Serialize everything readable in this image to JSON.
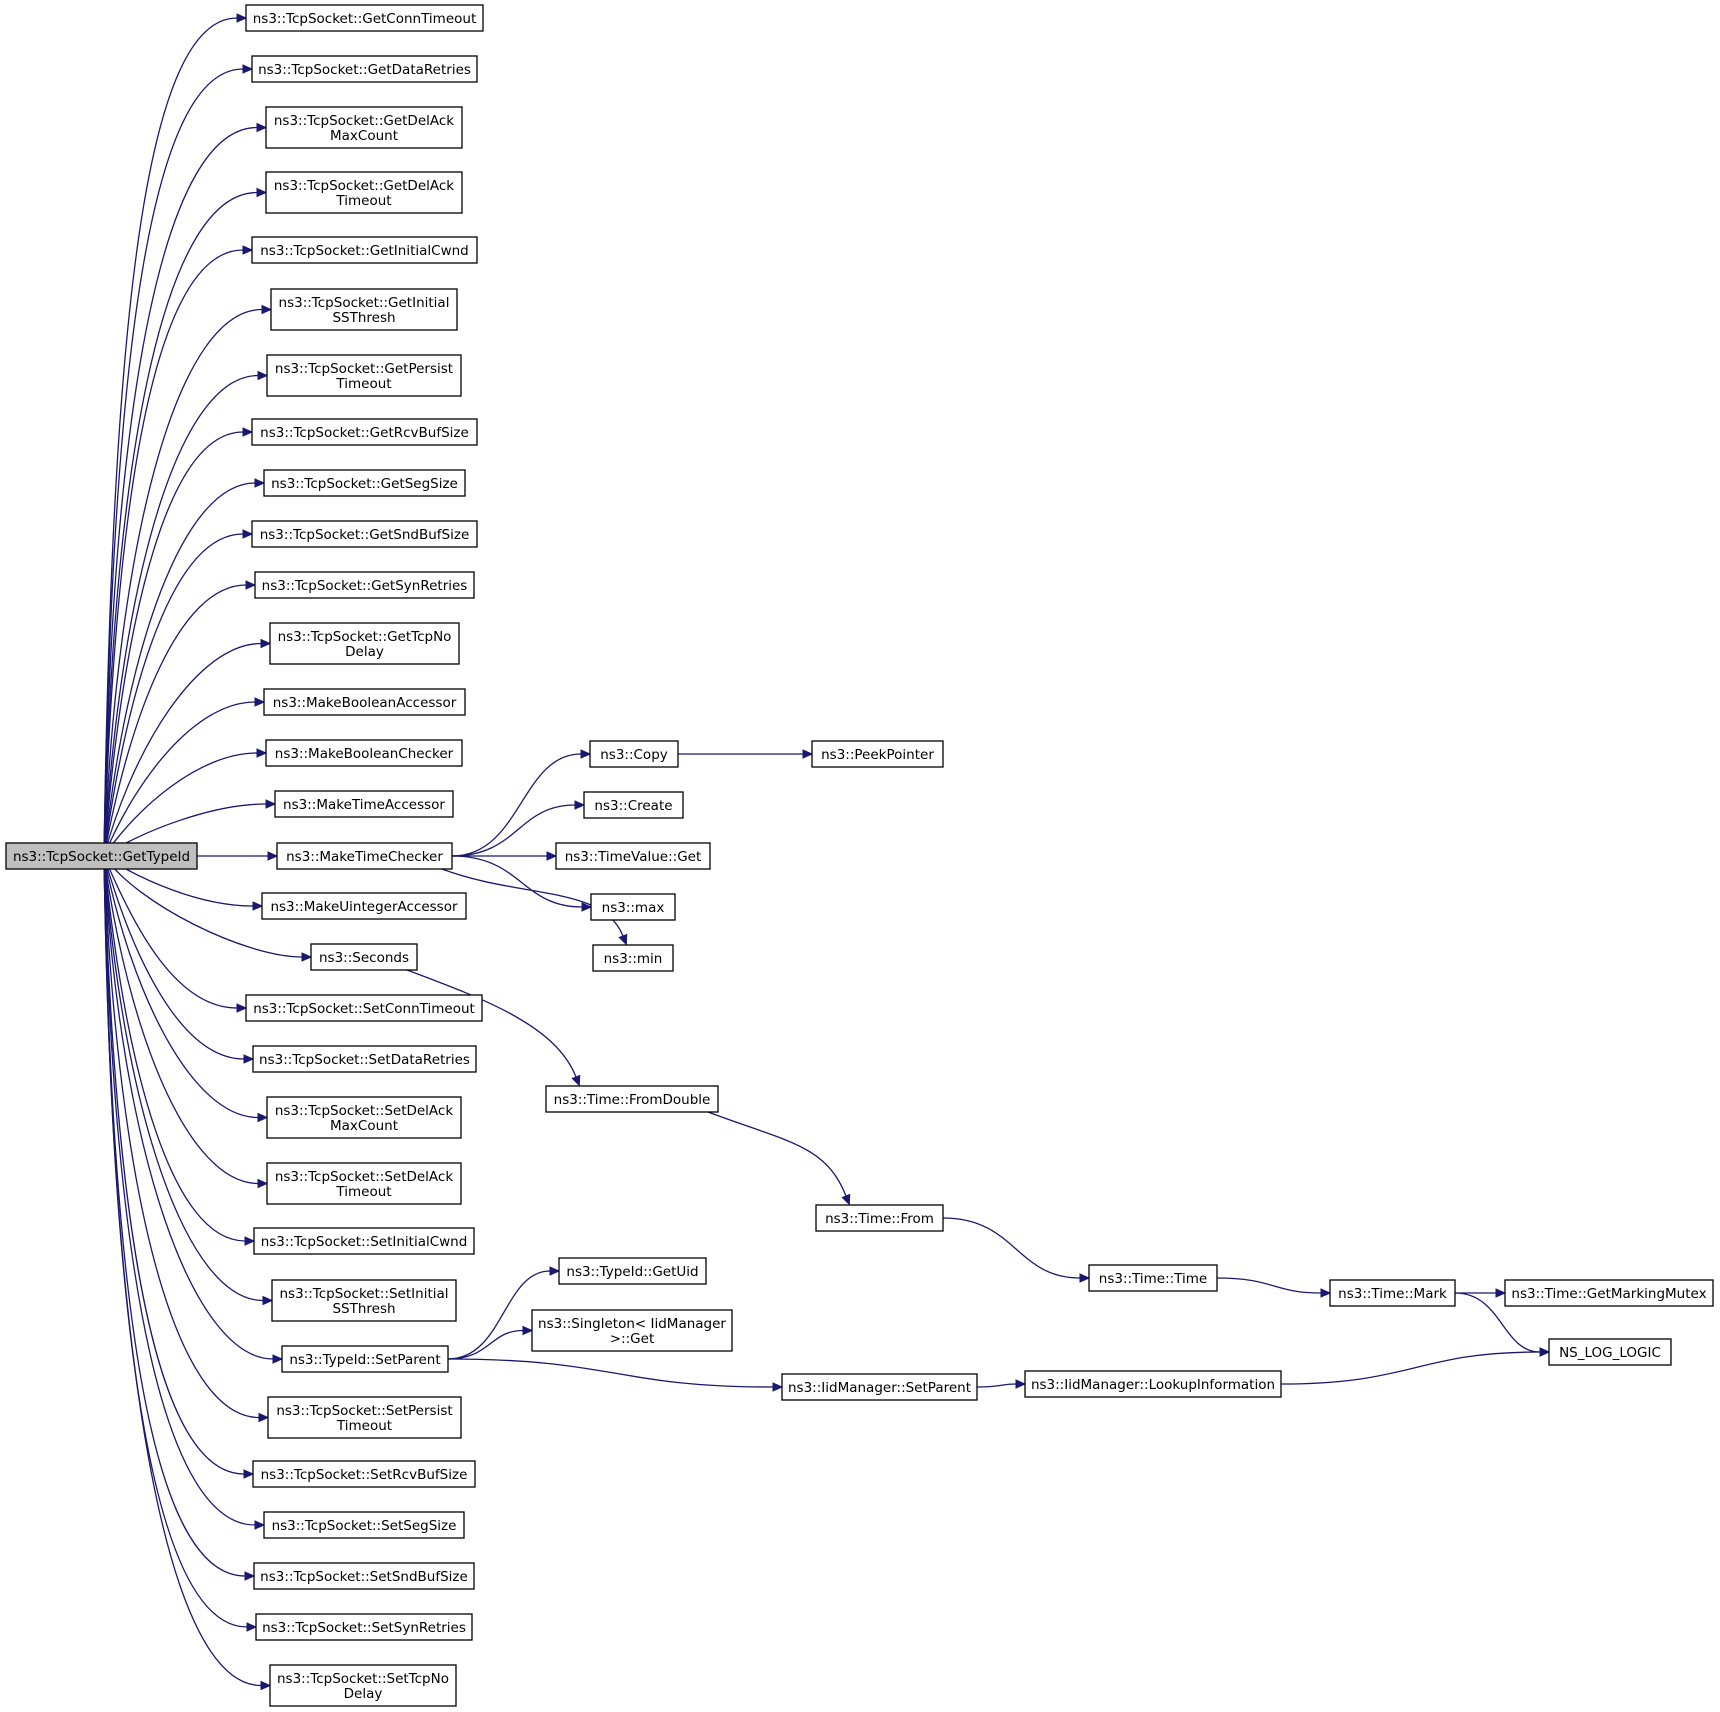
{
  "graph": {
    "edge_color": "#191970",
    "root_fill": "#bfbfbf",
    "nodes": [
      {
        "id": "root",
        "label": [
          "ns3::TcpSocket::GetTypeId"
        ],
        "root": true
      },
      {
        "id": "n1",
        "label": [
          "ns3::TcpSocket::GetConnTimeout"
        ]
      },
      {
        "id": "n2",
        "label": [
          "ns3::TcpSocket::GetDataRetries"
        ]
      },
      {
        "id": "n3",
        "label": [
          "ns3::TcpSocket::GetDelAck",
          "MaxCount"
        ]
      },
      {
        "id": "n4",
        "label": [
          "ns3::TcpSocket::GetDelAck",
          "Timeout"
        ]
      },
      {
        "id": "n5",
        "label": [
          "ns3::TcpSocket::GetInitialCwnd"
        ]
      },
      {
        "id": "n6",
        "label": [
          "ns3::TcpSocket::GetInitial",
          "SSThresh"
        ]
      },
      {
        "id": "n7",
        "label": [
          "ns3::TcpSocket::GetPersist",
          "Timeout"
        ]
      },
      {
        "id": "n8",
        "label": [
          "ns3::TcpSocket::GetRcvBufSize"
        ]
      },
      {
        "id": "n9",
        "label": [
          "ns3::TcpSocket::GetSegSize"
        ]
      },
      {
        "id": "n10",
        "label": [
          "ns3::TcpSocket::GetSndBufSize"
        ]
      },
      {
        "id": "n11",
        "label": [
          "ns3::TcpSocket::GetSynRetries"
        ]
      },
      {
        "id": "n12",
        "label": [
          "ns3::TcpSocket::GetTcpNo",
          "Delay"
        ]
      },
      {
        "id": "n13",
        "label": [
          "ns3::MakeBooleanAccessor"
        ]
      },
      {
        "id": "n14",
        "label": [
          "ns3::MakeBooleanChecker"
        ]
      },
      {
        "id": "n15",
        "label": [
          "ns3::MakeTimeAccessor"
        ]
      },
      {
        "id": "n16",
        "label": [
          "ns3::MakeTimeChecker"
        ]
      },
      {
        "id": "n17",
        "label": [
          "ns3::MakeUintegerAccessor"
        ]
      },
      {
        "id": "n18",
        "label": [
          "ns3::Seconds"
        ]
      },
      {
        "id": "n19",
        "label": [
          "ns3::TcpSocket::SetConnTimeout"
        ]
      },
      {
        "id": "n20",
        "label": [
          "ns3::TcpSocket::SetDataRetries"
        ]
      },
      {
        "id": "n21",
        "label": [
          "ns3::TcpSocket::SetDelAck",
          "MaxCount"
        ]
      },
      {
        "id": "n22",
        "label": [
          "ns3::TcpSocket::SetDelAck",
          "Timeout"
        ]
      },
      {
        "id": "n23",
        "label": [
          "ns3::TcpSocket::SetInitialCwnd"
        ]
      },
      {
        "id": "n24",
        "label": [
          "ns3::TcpSocket::SetInitial",
          "SSThresh"
        ]
      },
      {
        "id": "n25",
        "label": [
          "ns3::TypeId::SetParent"
        ]
      },
      {
        "id": "n26",
        "label": [
          "ns3::TcpSocket::SetPersist",
          "Timeout"
        ]
      },
      {
        "id": "n27",
        "label": [
          "ns3::TcpSocket::SetRcvBufSize"
        ]
      },
      {
        "id": "n28",
        "label": [
          "ns3::TcpSocket::SetSegSize"
        ]
      },
      {
        "id": "n29",
        "label": [
          "ns3::TcpSocket::SetSndBufSize"
        ]
      },
      {
        "id": "n30",
        "label": [
          "ns3::TcpSocket::SetSynRetries"
        ]
      },
      {
        "id": "n31",
        "label": [
          "ns3::TcpSocket::SetTcpNo",
          "Delay"
        ]
      },
      {
        "id": "c1",
        "label": [
          "ns3::Copy"
        ]
      },
      {
        "id": "c2",
        "label": [
          "ns3::PeekPointer"
        ]
      },
      {
        "id": "c3",
        "label": [
          "ns3::Create"
        ]
      },
      {
        "id": "c4",
        "label": [
          "ns3::TimeValue::Get"
        ]
      },
      {
        "id": "c5",
        "label": [
          "ns3::max"
        ]
      },
      {
        "id": "c6",
        "label": [
          "ns3::min"
        ]
      },
      {
        "id": "t1",
        "label": [
          "ns3::Time::FromDouble"
        ]
      },
      {
        "id": "t2",
        "label": [
          "ns3::Time::From"
        ]
      },
      {
        "id": "t3",
        "label": [
          "ns3::Time::Time"
        ]
      },
      {
        "id": "t4",
        "label": [
          "ns3::Time::Mark"
        ]
      },
      {
        "id": "t5",
        "label": [
          "ns3::Time::GetMarkingMutex"
        ]
      },
      {
        "id": "t6",
        "label": [
          "NS_LOG_LOGIC"
        ]
      },
      {
        "id": "p1",
        "label": [
          "ns3::TypeId::GetUid"
        ]
      },
      {
        "id": "p2",
        "label": [
          "ns3::Singleton< IidManager",
          ">::Get"
        ]
      },
      {
        "id": "p3",
        "label": [
          "ns3::IidManager::SetParent"
        ]
      },
      {
        "id": "p4",
        "label": [
          "ns3::IidManager::LookupInformation"
        ]
      }
    ],
    "edges": [
      [
        "root",
        "n1"
      ],
      [
        "root",
        "n2"
      ],
      [
        "root",
        "n3"
      ],
      [
        "root",
        "n4"
      ],
      [
        "root",
        "n5"
      ],
      [
        "root",
        "n6"
      ],
      [
        "root",
        "n7"
      ],
      [
        "root",
        "n8"
      ],
      [
        "root",
        "n9"
      ],
      [
        "root",
        "n10"
      ],
      [
        "root",
        "n11"
      ],
      [
        "root",
        "n12"
      ],
      [
        "root",
        "n13"
      ],
      [
        "root",
        "n14"
      ],
      [
        "root",
        "n15"
      ],
      [
        "root",
        "n16"
      ],
      [
        "root",
        "n17"
      ],
      [
        "root",
        "n18"
      ],
      [
        "root",
        "n19"
      ],
      [
        "root",
        "n20"
      ],
      [
        "root",
        "n21"
      ],
      [
        "root",
        "n22"
      ],
      [
        "root",
        "n23"
      ],
      [
        "root",
        "n24"
      ],
      [
        "root",
        "n25"
      ],
      [
        "root",
        "n26"
      ],
      [
        "root",
        "n27"
      ],
      [
        "root",
        "n28"
      ],
      [
        "root",
        "n29"
      ],
      [
        "root",
        "n30"
      ],
      [
        "root",
        "n31"
      ],
      [
        "n16",
        "c1"
      ],
      [
        "c1",
        "c2"
      ],
      [
        "n16",
        "c3"
      ],
      [
        "n16",
        "c4"
      ],
      [
        "n16",
        "c5"
      ],
      [
        "n16",
        "c6"
      ],
      [
        "n18",
        "t1"
      ],
      [
        "t1",
        "t2"
      ],
      [
        "t2",
        "t3"
      ],
      [
        "t3",
        "t4"
      ],
      [
        "t4",
        "t5"
      ],
      [
        "t4",
        "t6"
      ],
      [
        "n25",
        "p1"
      ],
      [
        "n25",
        "p2"
      ],
      [
        "n25",
        "p3"
      ],
      [
        "p3",
        "p4"
      ],
      [
        "p4",
        "t6"
      ]
    ]
  }
}
